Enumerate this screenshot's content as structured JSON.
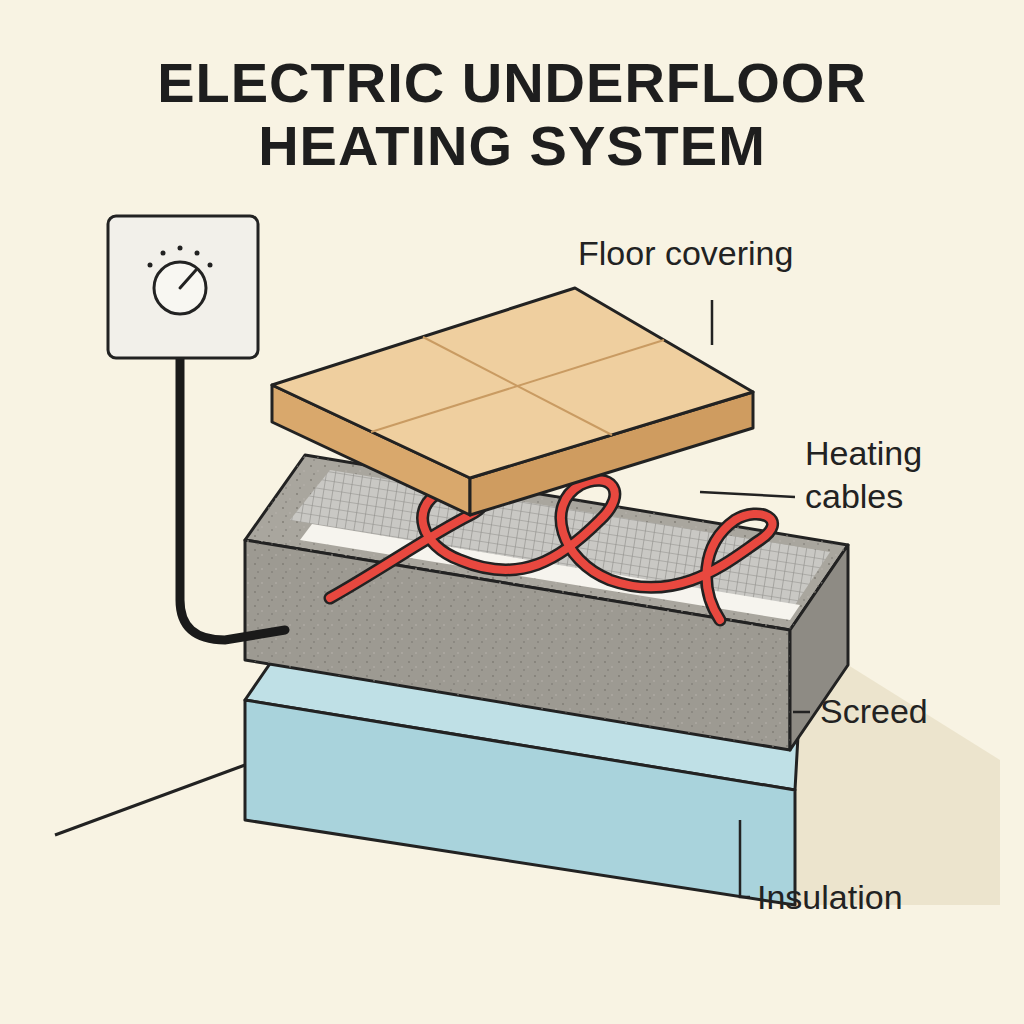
{
  "diagram": {
    "title": "ELECTRIC UNDERFLOOR HEATING SYSTEM",
    "labels": [
      "Floor covering",
      "Heating cables",
      "Screed",
      "Insulation"
    ]
  }
}
